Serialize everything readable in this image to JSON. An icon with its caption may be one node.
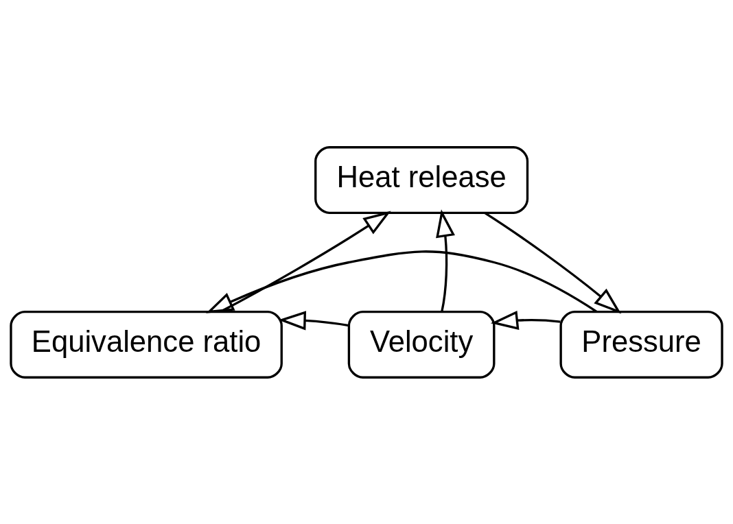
{
  "diagram": {
    "nodes": [
      {
        "text": [
          "Heat release"
        ]
      },
      {
        "text": [
          "Equivalence ratio"
        ]
      },
      {
        "text": [
          "Velocity"
        ]
      },
      {
        "text": [
          "Pressure"
        ]
      }
    ],
    "edges": [
      {
        "from": 1,
        "to": 0,
        "arrow": "to"
      },
      {
        "from": 0,
        "to": 3,
        "arrow": "to"
      },
      {
        "from": 2,
        "to": 0,
        "arrow": "to"
      },
      {
        "from": 3,
        "to": 2,
        "arrow": "to"
      },
      {
        "from": 2,
        "to": 1,
        "arrow": "to"
      },
      {
        "from": 3,
        "to": 1,
        "arrow": "to"
      }
    ]
  }
}
